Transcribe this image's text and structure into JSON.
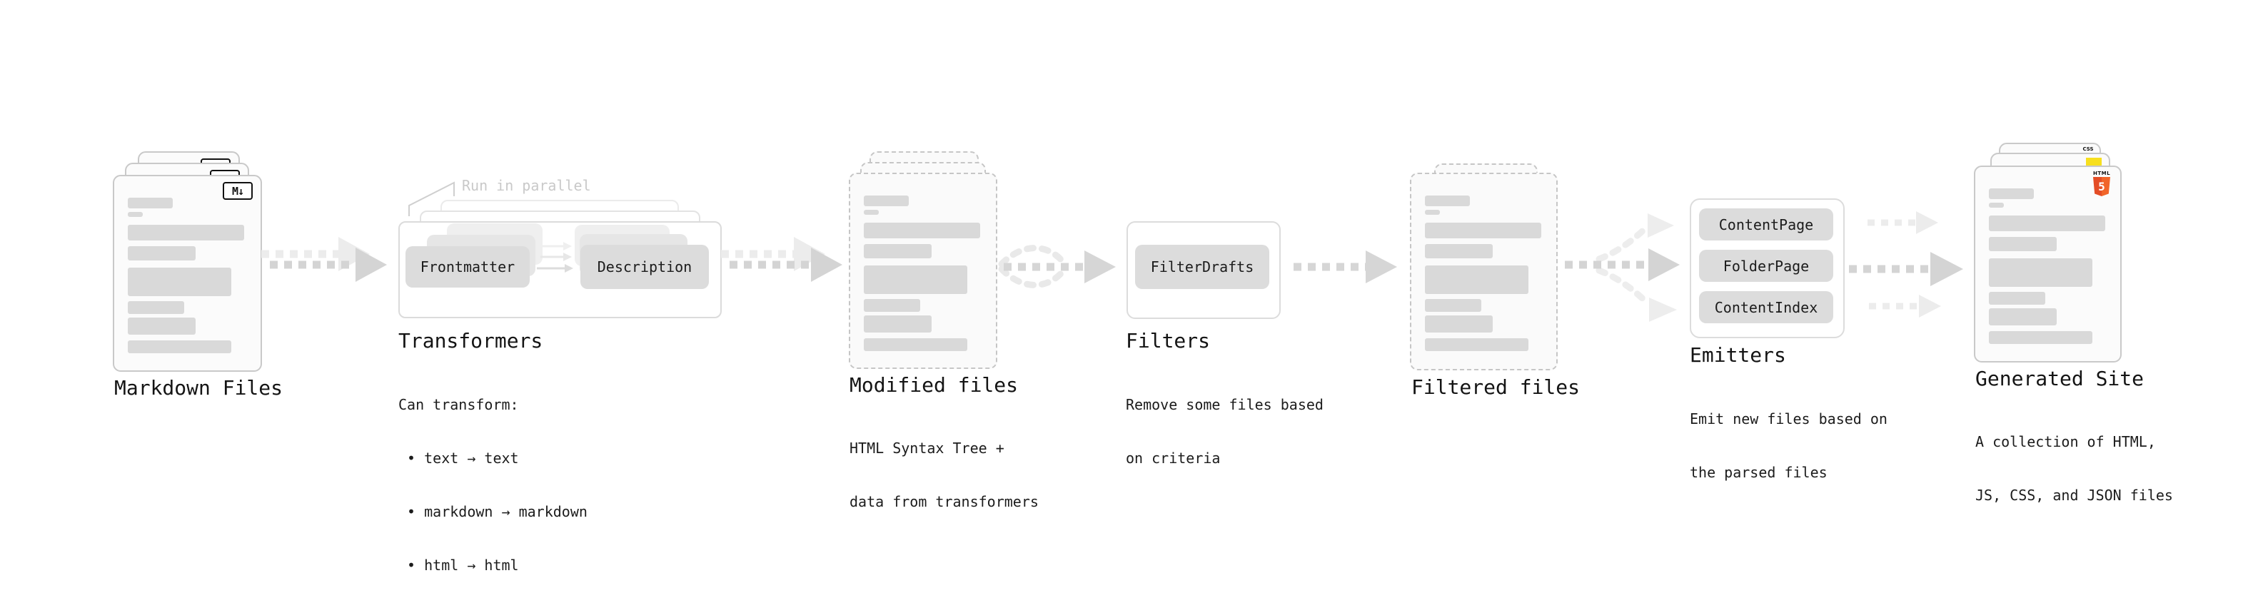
{
  "stages": {
    "markdown_files": {
      "title": "Markdown Files",
      "file_badge": "M↓"
    },
    "transformers": {
      "title": "Transformers",
      "annotation": "Run in parallel",
      "pill_left": "Frontmatter",
      "pill_right": "Description",
      "description_lines": [
        "Can transform:",
        " • text → text",
        " • markdown → markdown",
        " • html → html"
      ]
    },
    "modified_files": {
      "title": "Modified files",
      "description_lines": [
        "HTML Syntax Tree +",
        "data from transformers"
      ]
    },
    "filters": {
      "title": "Filters",
      "pill": "FilterDrafts",
      "description_lines": [
        "Remove some files based",
        "on criteria"
      ]
    },
    "filtered_files": {
      "title": "Filtered files"
    },
    "emitters": {
      "title": "Emitters",
      "pills": [
        "ContentPage",
        "FolderPage",
        "ContentIndex"
      ],
      "description_lines": [
        "Emit new files based on",
        "the parsed files"
      ]
    },
    "generated_site": {
      "title": "Generated Site",
      "description_lines": [
        "A collection of HTML,",
        "JS, CSS, and JSON files"
      ],
      "css_badge_label": "CSS",
      "html5_badge_label": "HTML",
      "html5_badge_number": "5"
    }
  },
  "colors": {
    "file_border": "#c9c9c9",
    "content_bar": "#d9d9d9",
    "pill_fill": "#dcdcdc",
    "arrow_gray": "#d4d4d4",
    "arrow_faint": "#ececec",
    "annotation_gray": "#c9c9c9",
    "js_badge_yellow": "#f7df1e",
    "css_badge_blue": "#2965f1",
    "html5_orange": "#e44d26"
  }
}
